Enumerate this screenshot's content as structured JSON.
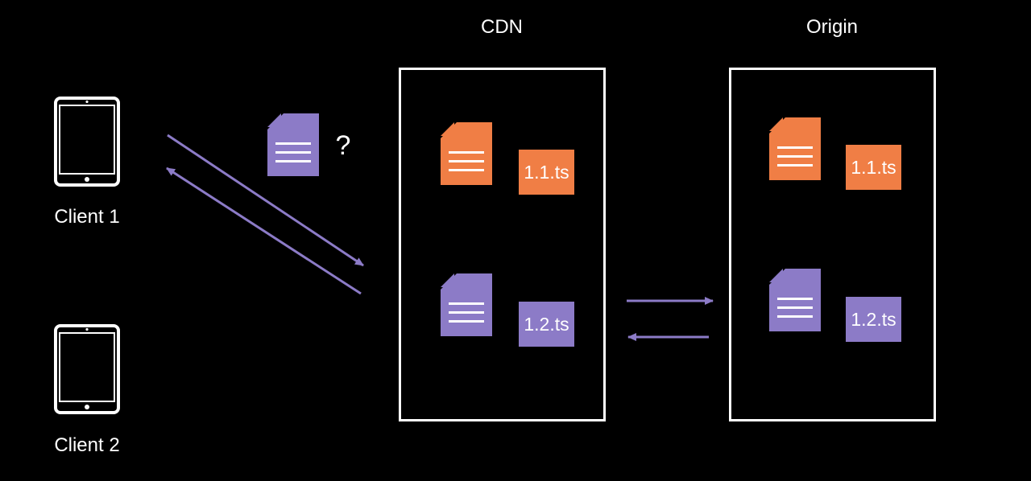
{
  "colors": {
    "background": "#000000",
    "orange": "#f07e45",
    "purple": "#8c7bc7",
    "arrow": "#8c7bc7",
    "outline": "#ffffff"
  },
  "clients": [
    {
      "label": "Client 1"
    },
    {
      "label": "Client 2"
    }
  ],
  "request_marker": {
    "text": "?",
    "icon": "playlist-document-icon"
  },
  "cdn": {
    "title": "CDN",
    "items": [
      {
        "icon": "playlist-document-icon",
        "segment": "1.1.ts",
        "color": "orange"
      },
      {
        "icon": "playlist-document-icon",
        "segment": "1.2.ts",
        "color": "purple"
      }
    ]
  },
  "origin": {
    "title": "Origin",
    "items": [
      {
        "icon": "playlist-document-icon",
        "segment": "1.1.ts",
        "color": "orange"
      },
      {
        "icon": "playlist-document-icon",
        "segment": "1.2.ts",
        "color": "purple"
      }
    ]
  }
}
